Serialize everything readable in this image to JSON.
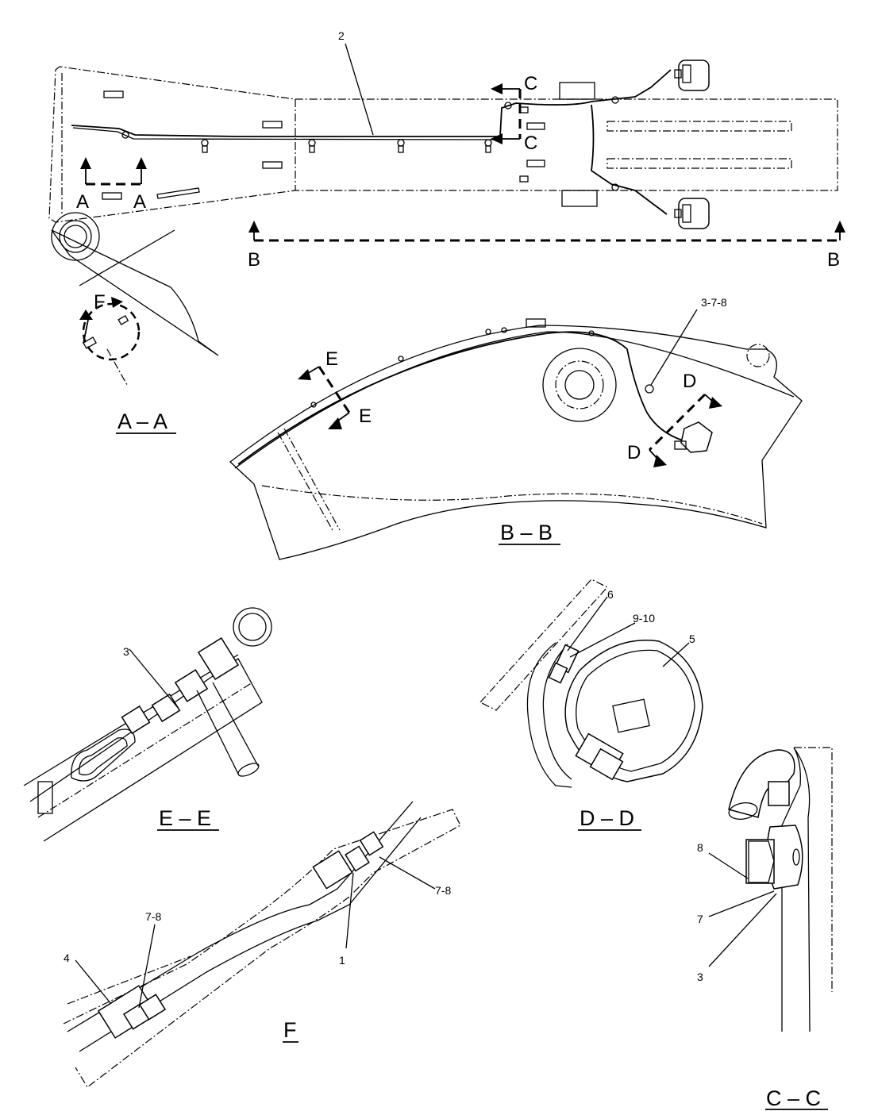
{
  "callouts": {
    "top_2": "2",
    "bb_378": "3-7-8",
    "ee_3": "3",
    "dd_6": "6",
    "dd_910": "9-10",
    "dd_5": "5",
    "f_78a": "7-8",
    "f_78b": "7-8",
    "f_4": "4",
    "f_1": "1",
    "cc_8": "8",
    "cc_7": "7",
    "cc_3": "3"
  },
  "section_letters": {
    "a_left": "A",
    "a_right": "A",
    "b_left": "B",
    "b_right": "B",
    "c_top": "C",
    "c_bottom": "C",
    "d_top": "D",
    "d_bottom": "D",
    "e_top": "E",
    "e_bottom": "E",
    "f_detail": "F"
  },
  "view_titles": {
    "aa": "A – A",
    "bb": "B – B",
    "ee": "E – E",
    "dd": "D – D",
    "f": "F",
    "cc": "C – C"
  }
}
